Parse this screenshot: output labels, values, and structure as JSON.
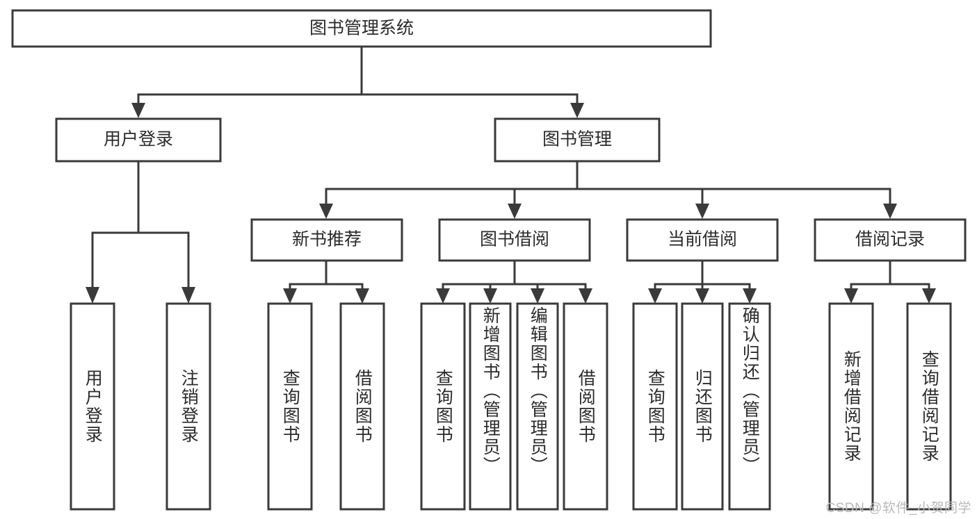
{
  "diagram": {
    "title": "图书管理系统",
    "type": "tree",
    "watermark": "CSDN @软件_小贺同学",
    "colors": {
      "stroke": "#3a3a3a",
      "box_fill": "#ffffff",
      "text": "#2b2b2b",
      "background": "#ffffff",
      "watermark": "#b9b9b9"
    },
    "root": {
      "label": "图书管理系统",
      "orientation": "horizontal"
    },
    "level2": [
      {
        "id": "user-login",
        "label": "用户登录",
        "orientation": "horizontal"
      },
      {
        "id": "book-management",
        "label": "图书管理",
        "orientation": "horizontal"
      }
    ],
    "level3": [
      {
        "id": "new-book-recommend",
        "label": "新书推荐",
        "orientation": "horizontal",
        "parent": "book-management"
      },
      {
        "id": "book-borrow",
        "label": "图书借阅",
        "orientation": "horizontal",
        "parent": "book-management"
      },
      {
        "id": "current-borrow",
        "label": "当前借阅",
        "orientation": "horizontal",
        "parent": "book-management"
      },
      {
        "id": "borrow-record",
        "label": "借阅记录",
        "orientation": "horizontal",
        "parent": "book-management"
      }
    ],
    "leaves": [
      {
        "id": "leaf-user-login",
        "label": "用户登录",
        "parent": "user-login",
        "orientation": "vertical"
      },
      {
        "id": "leaf-user-logout",
        "label": "注销登录",
        "parent": "user-login",
        "orientation": "vertical"
      },
      {
        "id": "leaf-query-book-1",
        "label": "查询图书",
        "parent": "new-book-recommend",
        "orientation": "vertical"
      },
      {
        "id": "leaf-borrow-book-1",
        "label": "借阅图书",
        "parent": "new-book-recommend",
        "orientation": "vertical"
      },
      {
        "id": "leaf-query-book-2",
        "label": "查询图书",
        "parent": "book-borrow",
        "orientation": "vertical"
      },
      {
        "id": "leaf-add-book",
        "label": "新增图书（管理员）",
        "parent": "book-borrow",
        "orientation": "vertical"
      },
      {
        "id": "leaf-edit-book",
        "label": "编辑图书（管理员）",
        "parent": "book-borrow",
        "orientation": "vertical"
      },
      {
        "id": "leaf-borrow-book-2",
        "label": "借阅图书",
        "parent": "book-borrow",
        "orientation": "vertical"
      },
      {
        "id": "leaf-query-book-3",
        "label": "查询图书",
        "parent": "current-borrow",
        "orientation": "vertical"
      },
      {
        "id": "leaf-return-book",
        "label": "归还图书",
        "parent": "current-borrow",
        "orientation": "vertical"
      },
      {
        "id": "leaf-confirm-return",
        "label": "确认归还（管理员）",
        "parent": "current-borrow",
        "orientation": "vertical"
      },
      {
        "id": "leaf-add-record",
        "label": "新增借阅记录",
        "parent": "borrow-record",
        "orientation": "vertical"
      },
      {
        "id": "leaf-query-record",
        "label": "查询借阅记录",
        "parent": "borrow-record",
        "orientation": "vertical"
      }
    ]
  }
}
